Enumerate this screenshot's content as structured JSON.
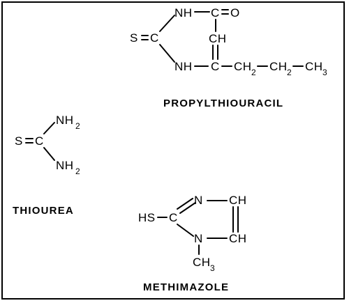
{
  "molecules": {
    "propylthiouracil": {
      "name": "PROPYLTHIOURACIL",
      "atoms": {
        "nh_top": "NH",
        "c_carbonyl": "C",
        "o": "O",
        "s": "S",
        "c_ring": "C",
        "ch": "CH",
        "nh_bottom": "NH",
        "c_bottom": "C",
        "ch2_a": "CH",
        "ch2_b": "CH",
        "ch3": "CH",
        "sub_2": "2",
        "sub_3": "3"
      }
    },
    "thiourea": {
      "name": "THIOUREA",
      "atoms": {
        "s": "S",
        "c": "C",
        "nh_top": "NH",
        "nh_bottom": "NH",
        "sub_2": "2"
      }
    },
    "methimazole": {
      "name": "METHIMAZOLE",
      "atoms": {
        "hs": "HS",
        "c": "C",
        "n_top": "N",
        "ch_top": "CH",
        "n_bottom": "N",
        "ch_bottom": "CH",
        "ch3": "CH",
        "sub_3": "3"
      }
    }
  }
}
